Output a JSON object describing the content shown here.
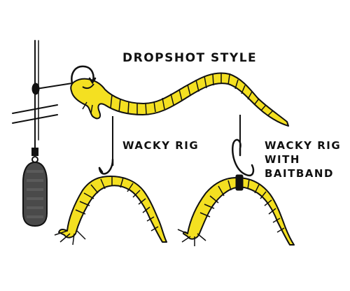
{
  "labels": {
    "dropshot": "DROPSHOT STYLE",
    "wacky": "WACKY RIG",
    "wacky_band_line1": "WACKY RIG",
    "wacky_band_line2": "WITH",
    "wacky_band_line3": "BAITBAND"
  },
  "colors": {
    "worm": "#f4e021",
    "outline": "#111111",
    "sinker": "#4a4a4a",
    "background": "#ffffff"
  },
  "icons": [
    "hook-icon",
    "sinker-icon",
    "swivel-icon",
    "worm-icon",
    "bait-band-icon"
  ]
}
